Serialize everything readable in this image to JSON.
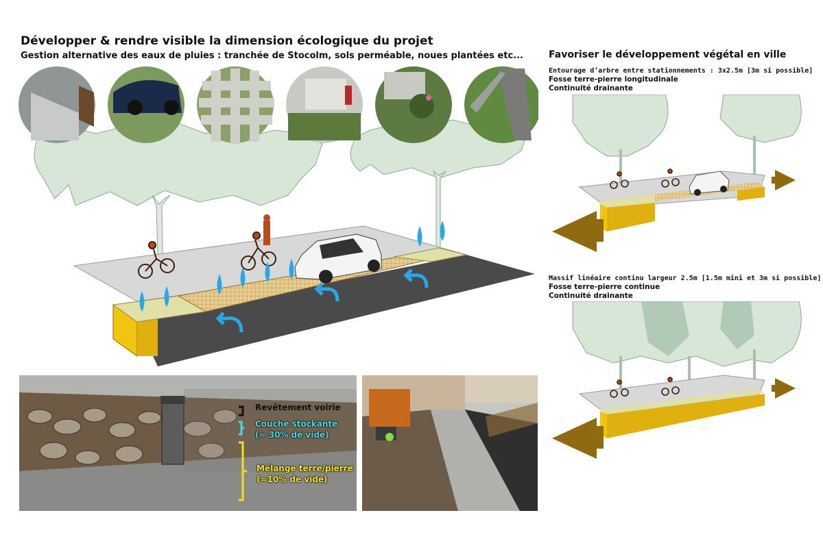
{
  "header": {
    "title": "Développer & rendre visible la dimension écologique du projet",
    "subtitle": "Gestion alternative des eaux de pluies : tranchée de Stocolm, sols perméable, noues plantées etc..."
  },
  "right_panel": {
    "title": "Favoriser le développement végétal en ville",
    "scenario_1": {
      "line1": "Entourage d’arbre entre stationnements : 3x2.5m [3m si possible]",
      "line2": "Fosse terre-pierre longitudinale",
      "line3": "Continuité drainante"
    },
    "scenario_2": {
      "line1": "Massif linéaire continu largeur 2.5m [1.5m mini et 3m si possible]",
      "line2": "Fosse terre-pierre continue",
      "line3": "Continuité drainante"
    }
  },
  "cross_section": {
    "layer_1": "Revêtement voirie",
    "layer_2_line1": "Couche stockante",
    "layer_2_line2": "(≈ 30% de vide)",
    "layer_3_line1": "Mélange terre/pierre",
    "layer_3_line2": "(≈10% de vide)"
  },
  "photos": [
    "tranchee-drainante",
    "stationnement-pave-gazon",
    "pave-joint-engazonne",
    "noue-plantee-rue",
    "jardin-plante",
    "piste-cyclable-plantee"
  ],
  "colors": {
    "tree": "#d8e6d8",
    "tree_dark": "#7fa888",
    "grass": "#e1e0a6",
    "grid_pave": "#e3c58a",
    "trench": "#f1c40f",
    "asphalt": "#4a4a4a",
    "water": "#2aa8e6",
    "arrow_brown": "#8f6a10"
  }
}
